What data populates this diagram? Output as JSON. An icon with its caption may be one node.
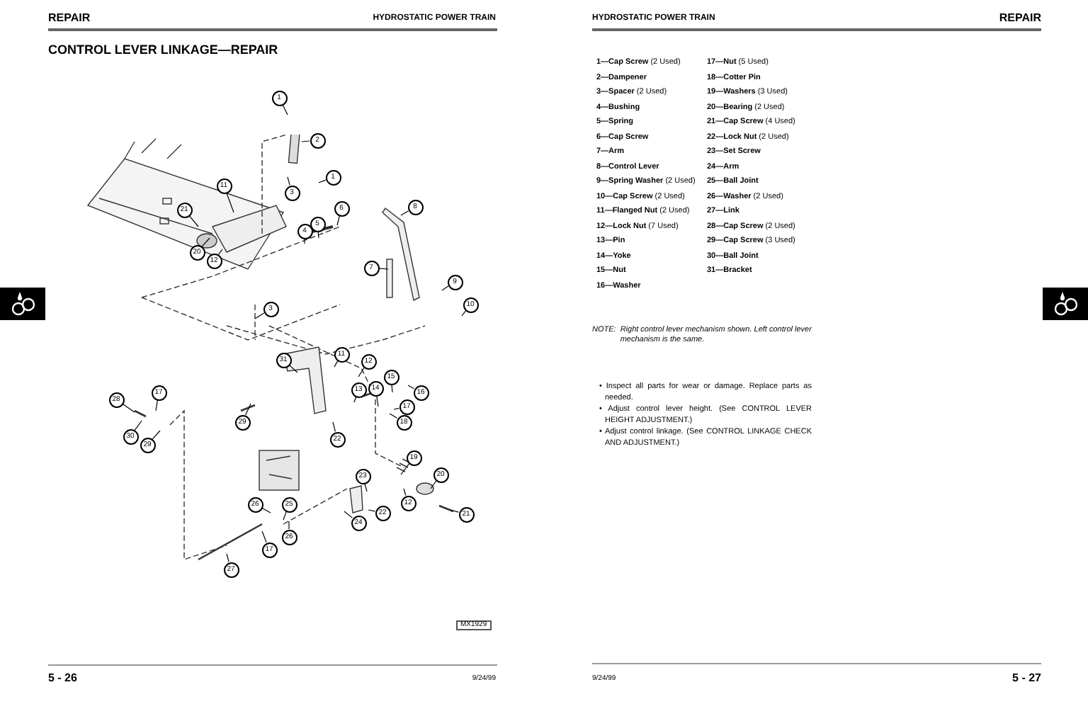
{
  "diagram": {
    "title": "CONTROL LEVER LINKAGE—REPAIR",
    "nodes": [
      {
        "text": [
          "1"
        ]
      },
      {
        "text": [
          "2"
        ]
      },
      {
        "text": [
          "1"
        ]
      },
      {
        "text": [
          "3"
        ]
      },
      {
        "text": [
          "11"
        ]
      },
      {
        "text": [
          "21"
        ]
      },
      {
        "text": [
          "6"
        ]
      },
      {
        "text": [
          "5"
        ]
      },
      {
        "text": [
          "4"
        ]
      },
      {
        "text": [
          "20"
        ]
      },
      {
        "text": [
          "12"
        ]
      },
      {
        "text": [
          "8"
        ]
      },
      {
        "text": [
          "7"
        ]
      },
      {
        "text": [
          "9"
        ]
      },
      {
        "text": [
          "10"
        ]
      },
      {
        "text": [
          "3"
        ]
      },
      {
        "text": [
          "31"
        ]
      },
      {
        "text": [
          "11"
        ]
      },
      {
        "text": [
          "12"
        ]
      },
      {
        "text": [
          "15"
        ]
      },
      {
        "text": [
          "13"
        ]
      },
      {
        "text": [
          "14"
        ]
      },
      {
        "text": [
          "16"
        ]
      },
      {
        "text": [
          "17"
        ]
      },
      {
        "text": [
          "18"
        ]
      },
      {
        "text": [
          "17"
        ]
      },
      {
        "text": [
          "28"
        ]
      },
      {
        "text": [
          "30"
        ]
      },
      {
        "text": [
          "29"
        ]
      },
      {
        "text": [
          "29"
        ]
      },
      {
        "text": [
          "22"
        ]
      },
      {
        "text": [
          "19"
        ]
      },
      {
        "text": [
          "20"
        ]
      },
      {
        "text": [
          "23"
        ]
      },
      {
        "text": [
          "12"
        ]
      },
      {
        "text": [
          "21"
        ]
      },
      {
        "text": [
          "22"
        ]
      },
      {
        "text": [
          "26"
        ]
      },
      {
        "text": [
          "25"
        ]
      },
      {
        "text": [
          "24"
        ]
      },
      {
        "text": [
          "26"
        ]
      },
      {
        "text": [
          "17"
        ]
      },
      {
        "text": [
          "27"
        ]
      }
    ],
    "edges": [
      {
        "from": 0,
        "to": null,
        "arrow": "none"
      },
      {
        "from": 1,
        "to": null,
        "arrow": "none"
      },
      {
        "from": 2,
        "to": null,
        "arrow": "none"
      },
      {
        "from": 3,
        "to": null,
        "arrow": "none"
      },
      {
        "from": 4,
        "to": null,
        "arrow": "none"
      },
      {
        "from": 5,
        "to": null,
        "arrow": "none"
      },
      {
        "from": 6,
        "to": null,
        "arrow": "none"
      },
      {
        "from": 7,
        "to": null,
        "arrow": "none"
      },
      {
        "from": 8,
        "to": null,
        "arrow": "none"
      },
      {
        "from": 9,
        "to": null,
        "arrow": "none"
      },
      {
        "from": 10,
        "to": null,
        "arrow": "none"
      },
      {
        "from": 11,
        "to": null,
        "arrow": "none"
      },
      {
        "from": 12,
        "to": null,
        "arrow": "none"
      },
      {
        "from": 13,
        "to": null,
        "arrow": "none"
      },
      {
        "from": 14,
        "to": null,
        "arrow": "none"
      },
      {
        "from": 15,
        "to": null,
        "arrow": "none"
      },
      {
        "from": 16,
        "to": null,
        "arrow": "none"
      },
      {
        "from": 17,
        "to": null,
        "arrow": "none"
      },
      {
        "from": 18,
        "to": null,
        "arrow": "none"
      },
      {
        "from": 19,
        "to": null,
        "arrow": "none"
      },
      {
        "from": 20,
        "to": null,
        "arrow": "none"
      },
      {
        "from": 21,
        "to": null,
        "arrow": "none"
      },
      {
        "from": 22,
        "to": null,
        "arrow": "none"
      },
      {
        "from": 23,
        "to": null,
        "arrow": "none"
      },
      {
        "from": 24,
        "to": null,
        "arrow": "none"
      },
      {
        "from": 25,
        "to": null,
        "arrow": "none"
      },
      {
        "from": 26,
        "to": null,
        "arrow": "none"
      },
      {
        "from": 27,
        "to": null,
        "arrow": "none"
      },
      {
        "from": 28,
        "to": null,
        "arrow": "none"
      },
      {
        "from": 29,
        "to": null,
        "arrow": "none"
      },
      {
        "from": 30,
        "to": null,
        "arrow": "none"
      },
      {
        "from": 31,
        "to": null,
        "arrow": "none"
      },
      {
        "from": 32,
        "to": null,
        "arrow": "none"
      },
      {
        "from": 33,
        "to": null,
        "arrow": "none"
      },
      {
        "from": 34,
        "to": null,
        "arrow": "none"
      },
      {
        "from": 35,
        "to": null,
        "arrow": "none"
      },
      {
        "from": 36,
        "to": null,
        "arrow": "none"
      },
      {
        "from": 37,
        "to": null,
        "arrow": "none"
      },
      {
        "from": 38,
        "to": null,
        "arrow": "none"
      },
      {
        "from": 39,
        "to": null,
        "arrow": "none"
      },
      {
        "from": 40,
        "to": null,
        "arrow": "none"
      },
      {
        "from": 41,
        "to": null,
        "arrow": "none"
      },
      {
        "from": 42,
        "to": null,
        "arrow": "none"
      }
    ],
    "labels": [
      "REPAIR",
      "HYDROSTATIC POWER TRAIN",
      "MX1929",
      "5 - 26",
      "9/24/99",
      "HYDROSTATIC POWER TRAIN",
      "REPAIR",
      "**1—Cap Screw** (2 Used)",
      "**17—Nut** (5 Used)",
      "2—Dampener",
      "18—Cotter Pin",
      "**3—Spacer** (2 Used)",
      "**19—Washers** (3 Used)",
      "4—Bushing",
      "**20—Bearing** (2 Used)",
      "5—Spring",
      "**21—Cap Screw** (4 Used)",
      "6—Cap Screw",
      "**22—Lock Nut** (2 Used)",
      "7—Arm",
      "23—Set Screw",
      "8—Control Lever",
      "24—Arm",
      "**9—Spring Washer** (2 Used)",
      "25—Ball Joint",
      "**10—Cap Screw** (2 Used)",
      "**26—Washer** (2 Used)",
      "**11—Flanged Nut** (2 Used)",
      "27—Link",
      "**12—Lock Nut** (7 Used)",
      "**28—Cap Screw** (2 Used)",
      "13—Pin",
      "**29—Cap Screw** (3 Used)",
      "14—Yoke",
      "30—Ball Joint",
      "15—Nut",
      "31—Bracket",
      "16—Washer",
      "NOTE:",
      "Right control lever mechanism shown. Left control lever mechanism is the same.",
      "• Inspect all parts for wear or damage. Replace parts as needed.",
      "• Adjust control lever height. (See CONTROL LEVER HEIGHT ADJUSTMENT.)",
      "• Adjust control linkage. (See CONTROL LINKAGE CHECK AND ADJUSTMENT.)",
      "9/24/99",
      "5 - 27"
    ]
  }
}
